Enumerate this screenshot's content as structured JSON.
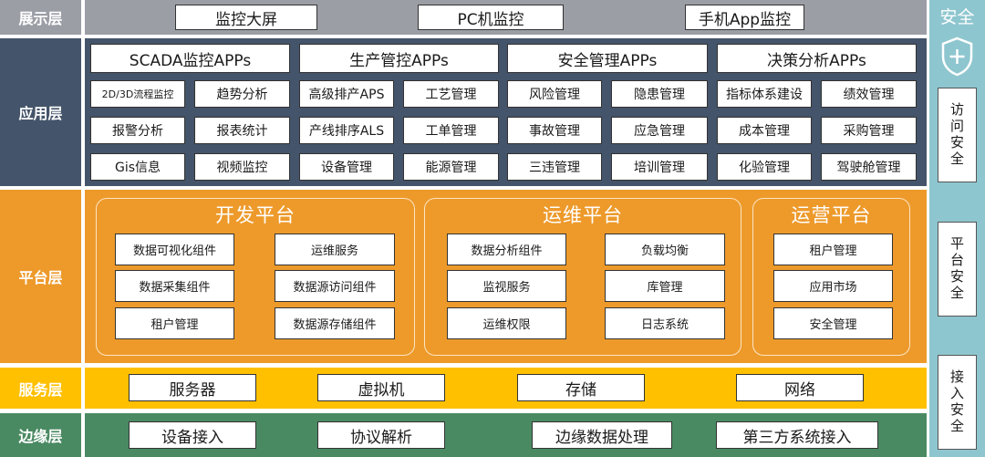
{
  "layers": {
    "display": "展示层",
    "application": "应用层",
    "platform": "平台层",
    "service": "服务层",
    "edge": "边缘层"
  },
  "display_items": [
    "监控大屏",
    "PC机监控",
    "手机App监控"
  ],
  "app_headers": [
    "SCADA监控APPs",
    "生产管控APPs",
    "安全管理APPs",
    "决策分析APPs"
  ],
  "app_items": [
    [
      "2D/3D流程监控",
      "趋势分析",
      "高级排产APS",
      "工艺管理",
      "风险管理",
      "隐患管理",
      "指标体系建设",
      "绩效管理"
    ],
    [
      "报警分析",
      "报表统计",
      "产线排序ALS",
      "工单管理",
      "事故管理",
      "应急管理",
      "成本管理",
      "采购管理"
    ],
    [
      "Gis信息",
      "视频监控",
      "设备管理",
      "能源管理",
      "三违管理",
      "培训管理",
      "化验管理",
      "驾驶舱管理"
    ]
  ],
  "platform": {
    "dev": {
      "title": "开发平台",
      "left": [
        "数据可视化组件",
        "数据采集组件",
        "租户管理"
      ],
      "right": [
        "运维服务",
        "数据源访问组件",
        "数据源存储组件"
      ]
    },
    "ops": {
      "title": "运维平台",
      "left": [
        "数据分析组件",
        "监视服务",
        "运维权限"
      ],
      "right": [
        "负载均衡",
        "库管理",
        "日志系统"
      ]
    },
    "biz": {
      "title": "运营平台",
      "items": [
        "租户管理",
        "应用市场",
        "安全管理"
      ]
    }
  },
  "service_items": [
    "服务器",
    "虚拟机",
    "存储",
    "网络"
  ],
  "edge_items": [
    "设备接入",
    "协议解析",
    "边缘数据处理",
    "第三方系统接入"
  ],
  "security": {
    "title": "安全",
    "items": [
      "访问安全",
      "平台安全",
      "接入安全"
    ]
  },
  "colors": {
    "display": "#9c9ea6",
    "application": "#44546a",
    "platform": "#ed9a2b",
    "service": "#ffc000",
    "edge": "#4a8a62",
    "security": "#8ec6cf"
  }
}
